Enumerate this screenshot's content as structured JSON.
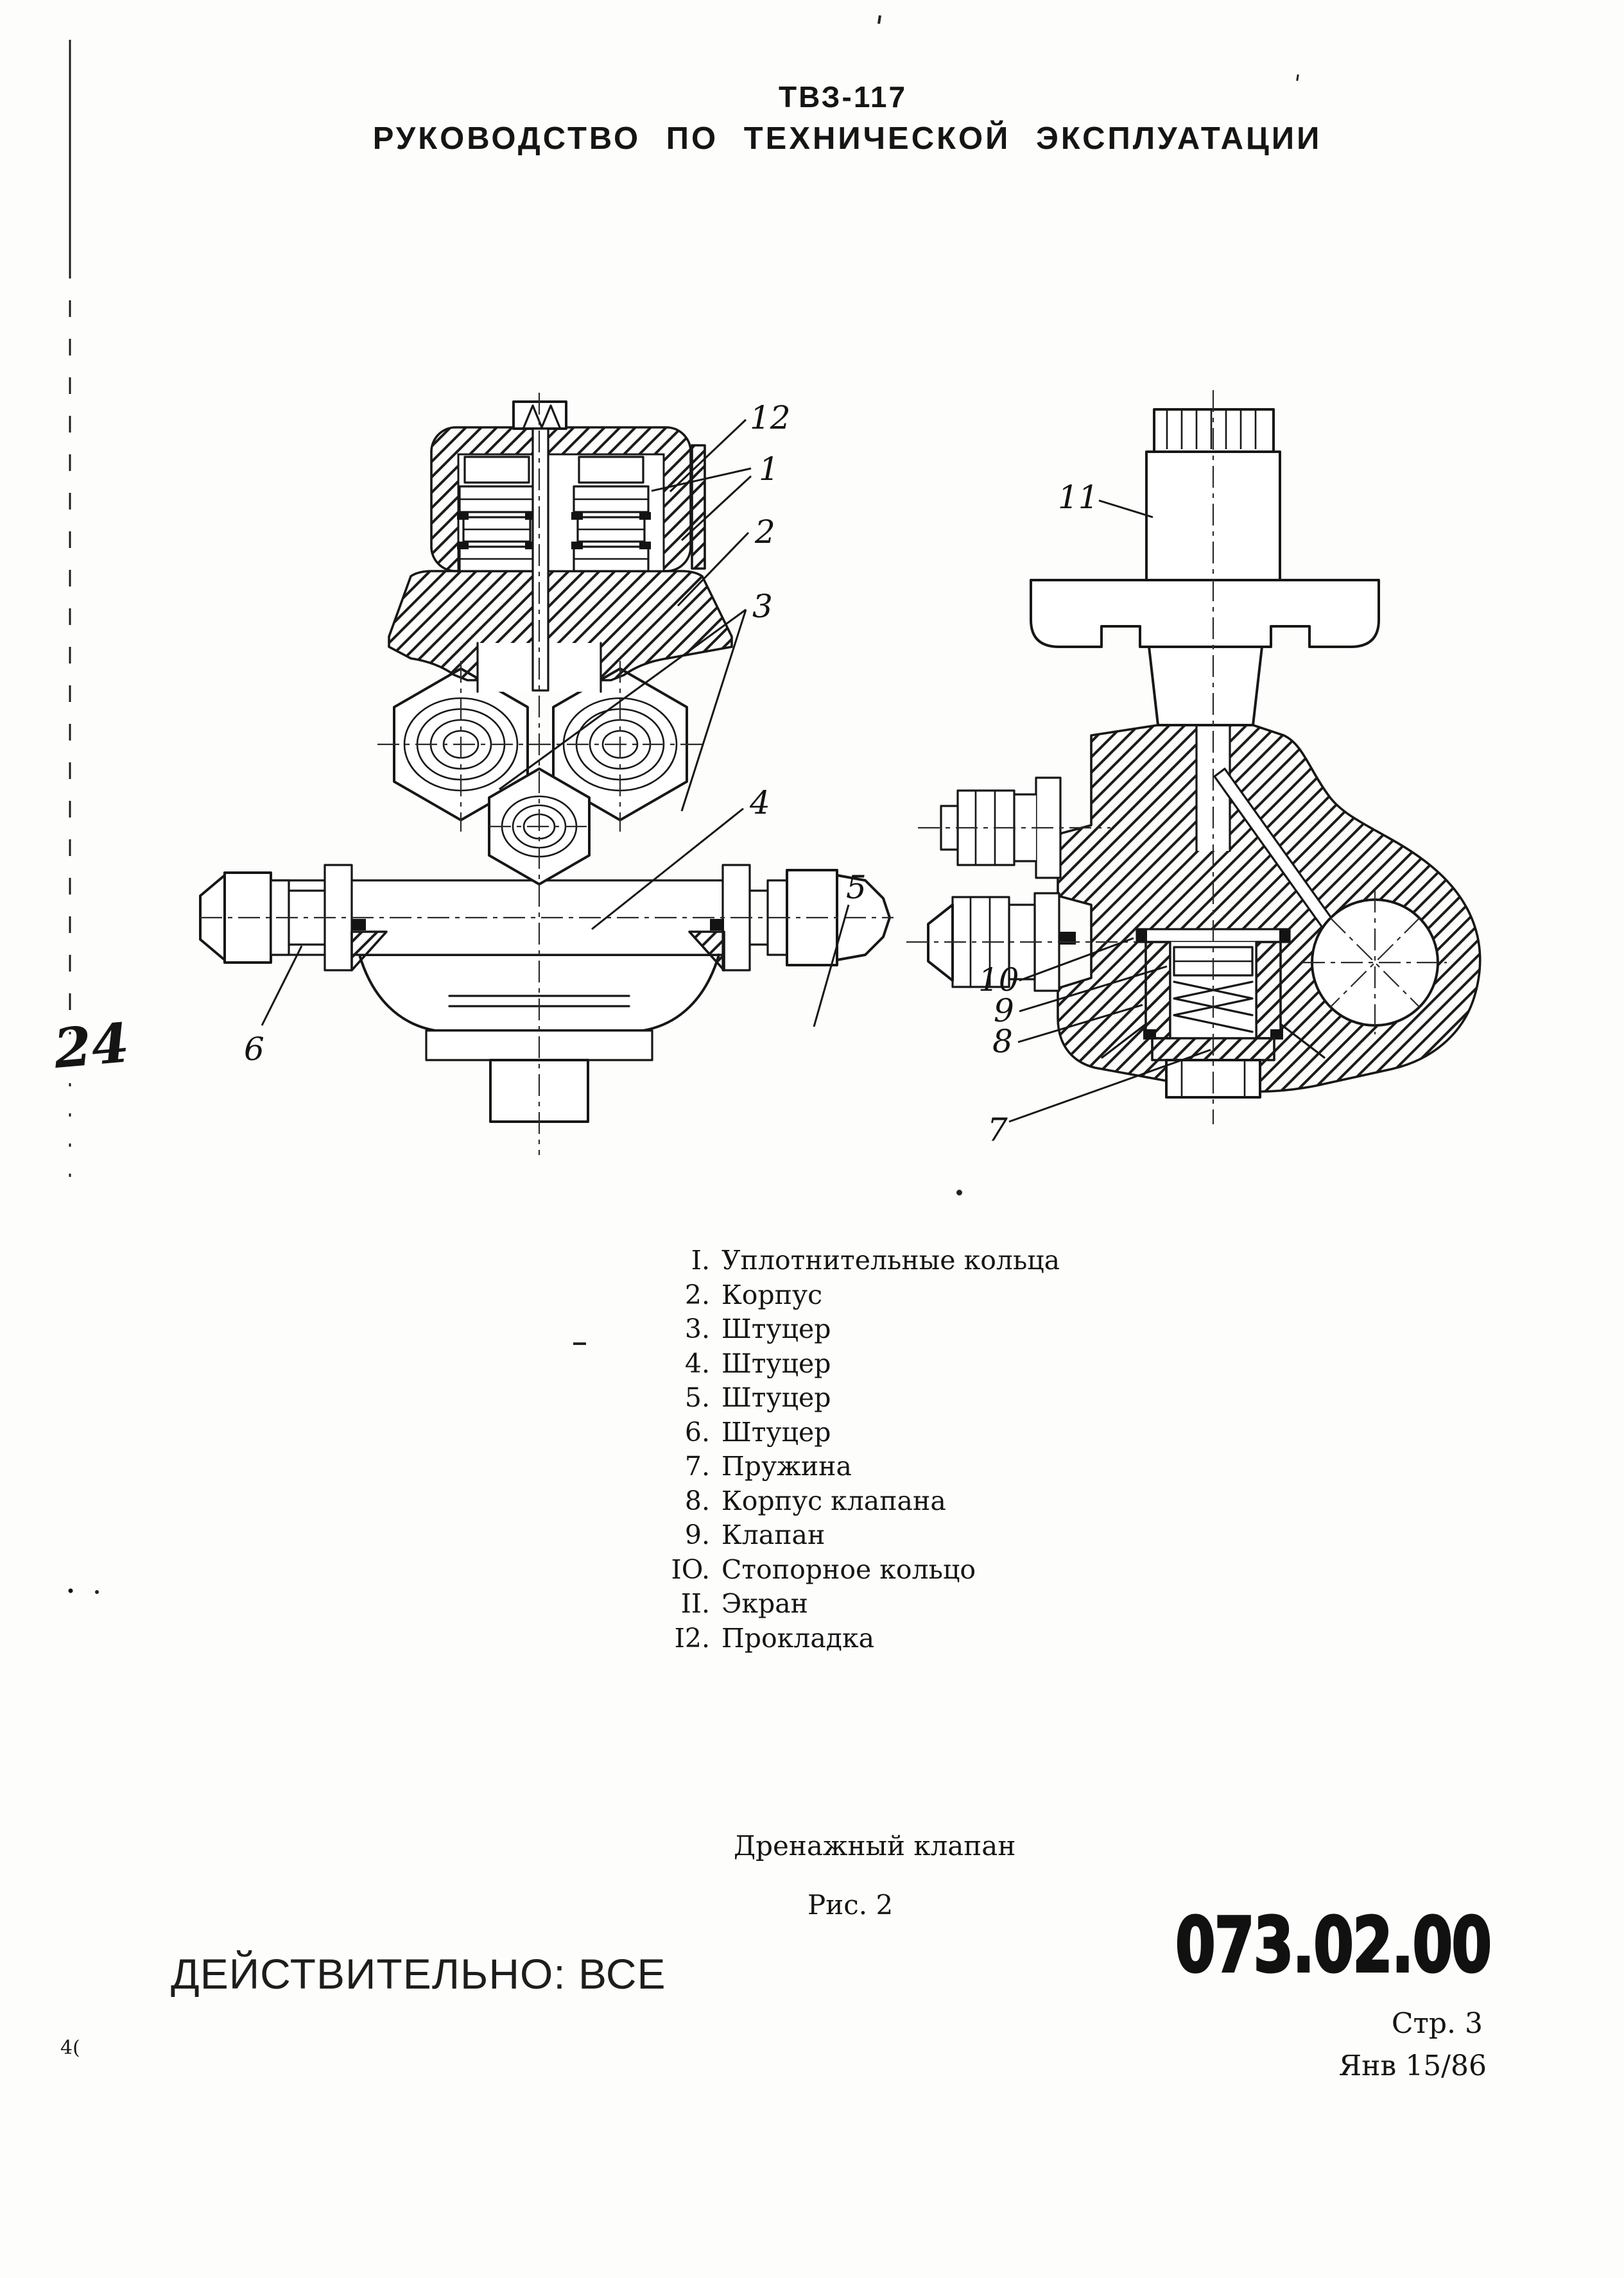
{
  "header": {
    "model": "ТВЗ-117",
    "title": "РУКОВОДСТВО ПО ТЕХНИЧЕСКОЙ ЭКСПЛУАТАЦИИ"
  },
  "margin": {
    "handwritten_number": "24",
    "corner_mark": "4("
  },
  "figure": {
    "caption_title": "Дренажный клапан",
    "caption_number": "Рис. 2",
    "callouts": {
      "c1": "1",
      "c2": "2",
      "c3": "3",
      "c4": "4",
      "c5": "5",
      "c6": "6",
      "c7": "7",
      "c8": "8",
      "c9": "9",
      "c10": "10",
      "c11": "11",
      "c12": "12"
    }
  },
  "parts_list": [
    {
      "num": "I.",
      "label": "Уплотнительные кольца"
    },
    {
      "num": "2.",
      "label": "Корпус"
    },
    {
      "num": "3.",
      "label": "Штуцер"
    },
    {
      "num": "4.",
      "label": "Штуцер"
    },
    {
      "num": "5.",
      "label": "Штуцер"
    },
    {
      "num": "6.",
      "label": "Штуцер"
    },
    {
      "num": "7.",
      "label": "Пружина"
    },
    {
      "num": "8.",
      "label": "Корпус клапана"
    },
    {
      "num": "9.",
      "label": "Клапан"
    },
    {
      "num": "IO.",
      "label": "Стопорное кольцо"
    },
    {
      "num": "II.",
      "label": "Экран"
    },
    {
      "num": "I2.",
      "label": "Прокладка"
    }
  ],
  "footer": {
    "validity": "ДЕЙСТВИТЕЛЬНО: ВСЕ",
    "document_number": "073.02.00",
    "page_label": "Стр. 3",
    "date_label": "Янв 15/86"
  }
}
